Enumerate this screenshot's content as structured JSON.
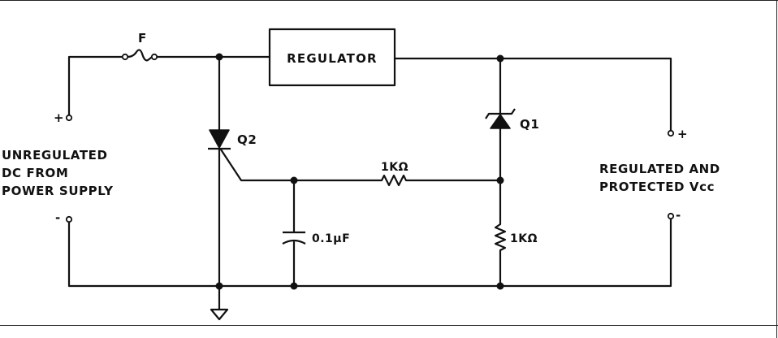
{
  "labels": {
    "fuse": "F",
    "regulator": "REGULATOR",
    "scr": "Q2",
    "zener": "Q1",
    "series_resistor": "1KΩ",
    "shunt_resistor": "1KΩ",
    "capacitor": "0.1µF",
    "input_plus": "+",
    "input_minus": "-",
    "output_plus": "+",
    "output_minus": "-",
    "input_desc": [
      "UNREGULATED",
      "DC FROM",
      "POWER SUPPLY"
    ],
    "output_desc": [
      "REGULATED AND",
      "PROTECTED Vcc"
    ]
  },
  "icons": [
    "fuse-icon",
    "scr-icon",
    "zener-diode-icon",
    "resistor-icon",
    "capacitor-icon",
    "ground-icon"
  ]
}
